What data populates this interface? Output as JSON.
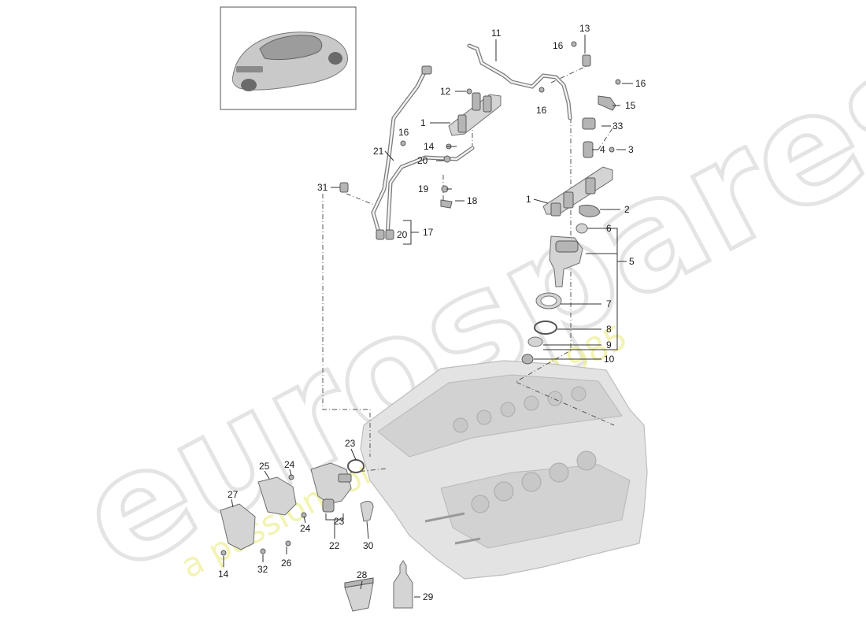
{
  "watermark": {
    "brand": "eurospares",
    "tagline": "a passion for parts since 1985"
  },
  "thumbnail": {
    "icon": "car-icon"
  },
  "callouts": [
    {
      "n": "1"
    },
    {
      "n": "1"
    },
    {
      "n": "2"
    },
    {
      "n": "3"
    },
    {
      "n": "4"
    },
    {
      "n": "5"
    },
    {
      "n": "6"
    },
    {
      "n": "7"
    },
    {
      "n": "8"
    },
    {
      "n": "9"
    },
    {
      "n": "10"
    },
    {
      "n": "11"
    },
    {
      "n": "12"
    },
    {
      "n": "13"
    },
    {
      "n": "14"
    },
    {
      "n": "14"
    },
    {
      "n": "15"
    },
    {
      "n": "16"
    },
    {
      "n": "16"
    },
    {
      "n": "16"
    },
    {
      "n": "16"
    },
    {
      "n": "17"
    },
    {
      "n": "18"
    },
    {
      "n": "19"
    },
    {
      "n": "20"
    },
    {
      "n": "20"
    },
    {
      "n": "21"
    },
    {
      "n": "22"
    },
    {
      "n": "23"
    },
    {
      "n": "23"
    },
    {
      "n": "24"
    },
    {
      "n": "24"
    },
    {
      "n": "25"
    },
    {
      "n": "26"
    },
    {
      "n": "27"
    },
    {
      "n": "28"
    },
    {
      "n": "29"
    },
    {
      "n": "30"
    },
    {
      "n": "31"
    },
    {
      "n": "32"
    },
    {
      "n": "33"
    }
  ]
}
